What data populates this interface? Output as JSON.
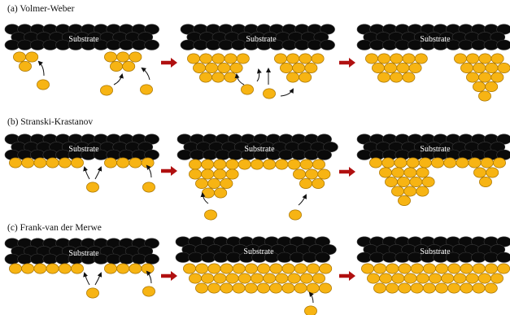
{
  "rows": [
    {
      "title": "(a) Volmer-Weber"
    },
    {
      "title": "(b) Stranski-Krastanov"
    },
    {
      "title": "(c) Frank-van der Merwe"
    }
  ],
  "substrate_label": "Substrate",
  "colors": {
    "substrate": "#0a0a0a",
    "adatom": "#f7b413",
    "adatom_edge": "#a87400",
    "process_arrow": "#b01010",
    "path_arrow": "#111111"
  },
  "icons": [
    "process-arrow-icon",
    "adatom-path-arrow-icon"
  ]
}
